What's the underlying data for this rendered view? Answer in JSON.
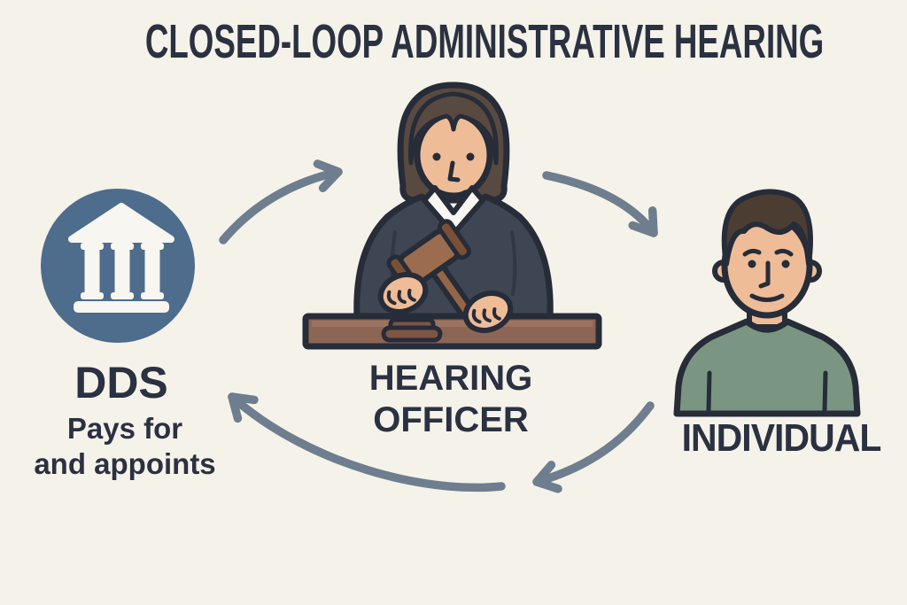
{
  "diagram": {
    "title": "CLOSED-LOOP ADMINISTRATIVE HEARING",
    "nodes": [
      {
        "id": "dds",
        "label": "DDS",
        "sublabel": "Pays for\nand appoints",
        "icon": "bank-icon"
      },
      {
        "id": "hearing-officer",
        "label": "HEARING\nOFFICER",
        "icon": "judge-illustration"
      },
      {
        "id": "individual",
        "label": "INDIVIDUAL",
        "icon": "person-illustration"
      }
    ],
    "flow": [
      {
        "from": "dds",
        "to": "hearing-officer"
      },
      {
        "from": "hearing-officer",
        "to": "individual"
      },
      {
        "from": "individual",
        "to": "dds"
      }
    ],
    "colors": {
      "background": "#f5f2ea",
      "text": "#2a3140",
      "arrow": "#6e7e8e",
      "bank_circle": "#4e6c8c",
      "outline_ink": "#262c38",
      "skin": "#eebc97",
      "robe": "#3e4553",
      "desk": "#8d6554",
      "sweater": "#7a9682"
    }
  }
}
